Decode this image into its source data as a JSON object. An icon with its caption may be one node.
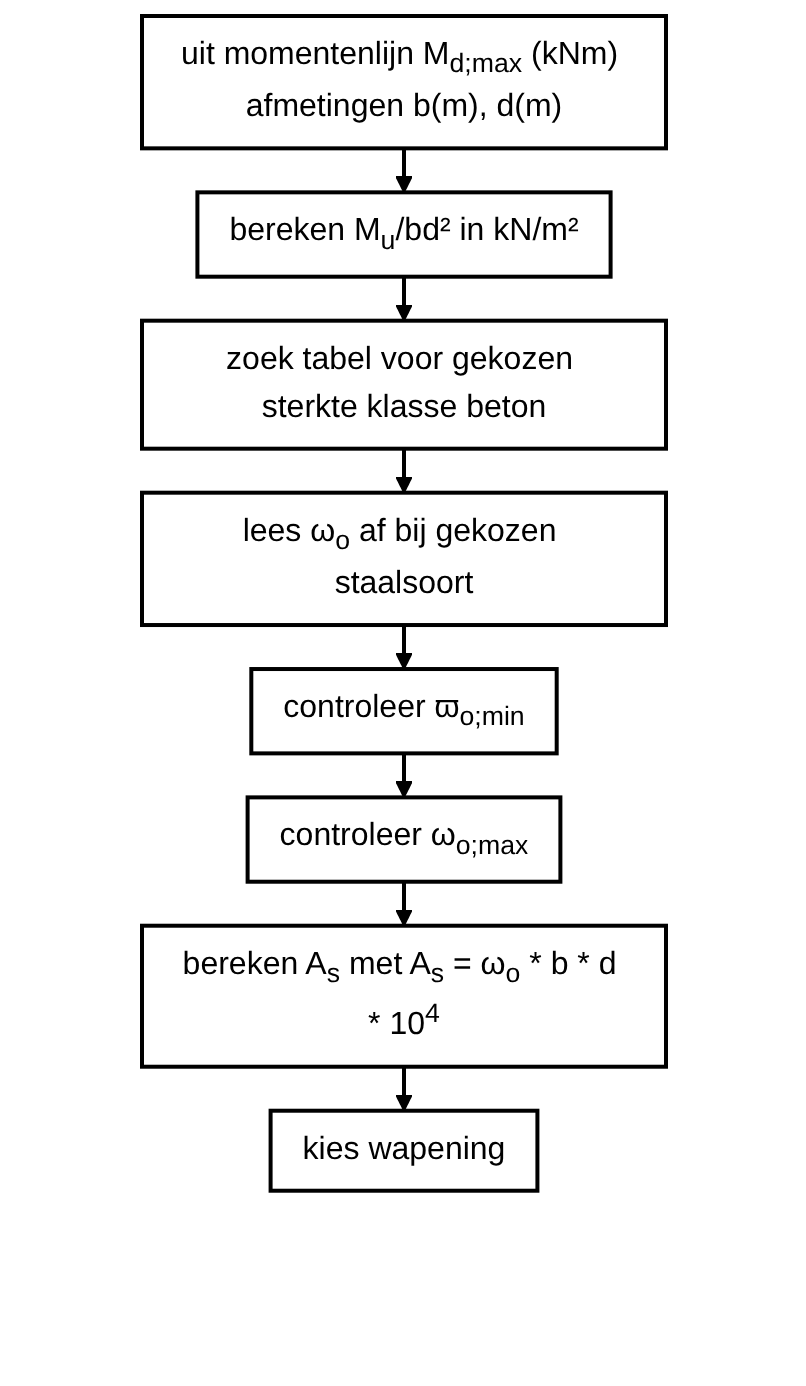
{
  "diagram": {
    "nodes": [
      {
        "text": [
          "uit momentenlijn M$_{d;max}$ (kNm) afmetingen b(m), d(m)"
        ]
      },
      {
        "text": [
          "bereken M$_{u}$/bd² in kN/m²"
        ]
      },
      {
        "text": [
          "zoek tabel voor gekozen sterkte klasse beton"
        ]
      },
      {
        "text": [
          "lees ω$_{o}$ af bij gekozen staalsoort"
        ]
      },
      {
        "text": [
          "controleer ϖ$_{o;min}$"
        ]
      },
      {
        "text": [
          "controleer ω$_{o;max}$"
        ]
      },
      {
        "text": [
          "bereken A$_{s}$ met A$_{s}$ = ω$_{o}$ * b * d * 10$^{4}$"
        ]
      },
      {
        "text": [
          "kies wapening"
        ]
      }
    ],
    "edges": [
      {
        "from": 0,
        "to": 1,
        "arrow": "to"
      },
      {
        "from": 1,
        "to": 2,
        "arrow": "to"
      },
      {
        "from": 2,
        "to": 3,
        "arrow": "to"
      },
      {
        "from": 3,
        "to": 4,
        "arrow": "to"
      },
      {
        "from": 4,
        "to": 5,
        "arrow": "to"
      },
      {
        "from": 5,
        "to": 6,
        "arrow": "to"
      },
      {
        "from": 6,
        "to": 7,
        "arrow": "to"
      }
    ]
  }
}
